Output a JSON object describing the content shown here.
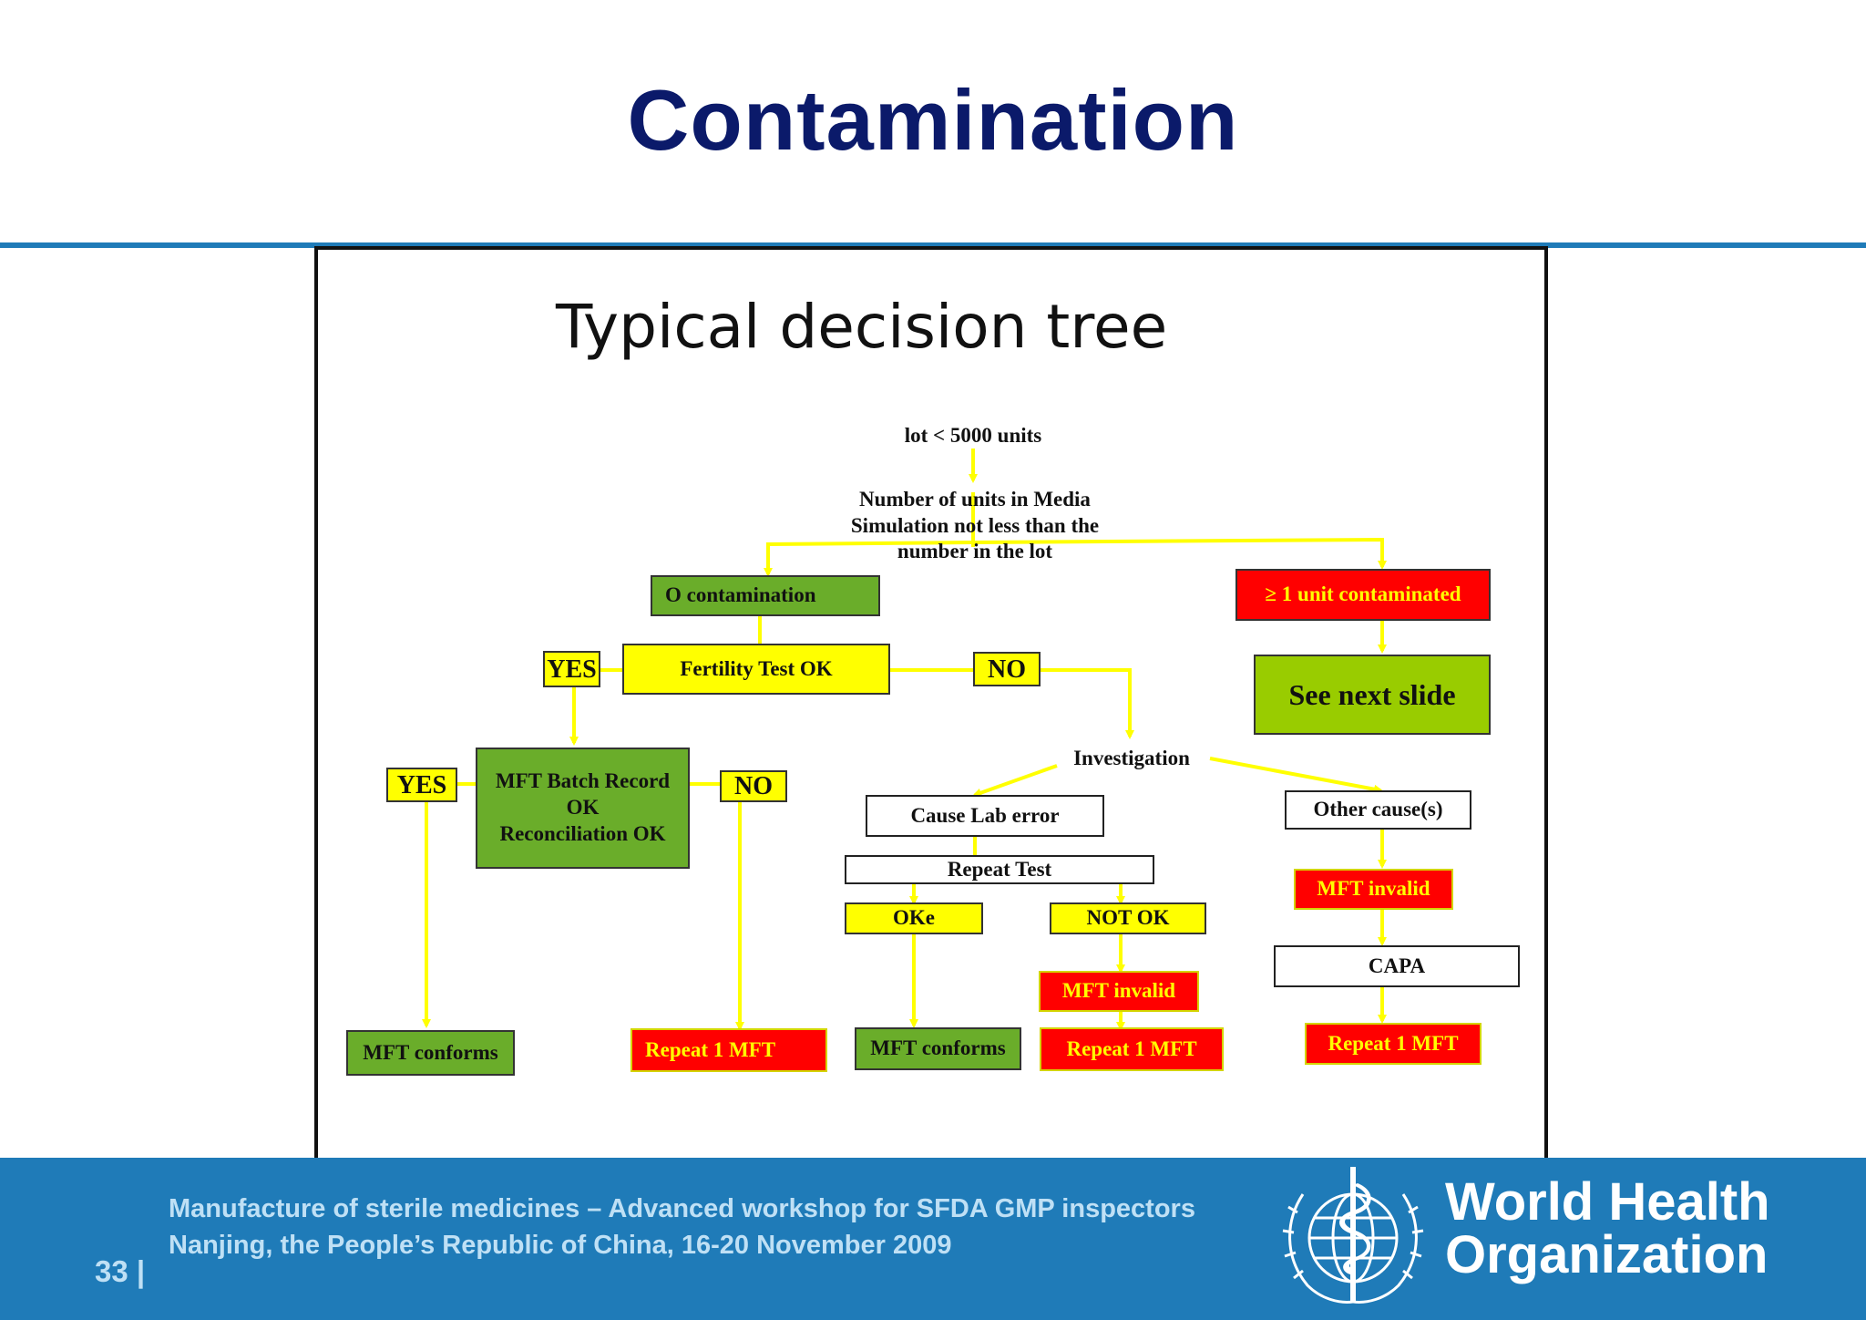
{
  "slide": {
    "title": "Contamination",
    "page_number": "33 |",
    "footer_line1": "Manufacture of sterile medicines – Advanced workshop for SFDA GMP inspectors",
    "footer_line2": "Nanjing, the People’s Republic of China, 16-20 November 2009",
    "organization": "World Health\nOrganization"
  },
  "diagram": {
    "title": "Typical decision tree",
    "nodes": {
      "lot": "lot < 5000 units",
      "units": "Number of units in Media\nSimulation not less than the\nnumber in the lot",
      "zero_contamination": "O contamination",
      "one_unit": "≥ 1 unit contaminated",
      "see_next": "See next slide",
      "yes_fertility": "YES",
      "fertility_ok": "Fertility Test OK",
      "no_fertility": "NO",
      "investigation": "Investigation",
      "yes_batch": "YES",
      "batch_record": "MFT Batch Record\nOK\nReconciliation OK",
      "no_batch": "NO",
      "cause_lab": "Cause Lab error",
      "other_causes": "Other cause(s)",
      "repeat_test": "Repeat Test",
      "oke": "OKe",
      "not_ok": "NOT OK",
      "mft_invalid_right": "MFT invalid",
      "capa": "CAPA",
      "mft_invalid_mid": "MFT invalid",
      "mft_conforms_left": "MFT conforms",
      "repeat_1mft_left": "Repeat 1 MFT",
      "mft_conforms_mid": "MFT conforms",
      "repeat_1mft_mid": "Repeat  1 MFT",
      "repeat_1mft_right": "Repeat 1 MFT"
    },
    "colors": {
      "connector": "#ffff00",
      "green": "#6aad2a",
      "red": "#ff0000",
      "yellow": "#ffff00",
      "lime": "#99cc00"
    }
  }
}
